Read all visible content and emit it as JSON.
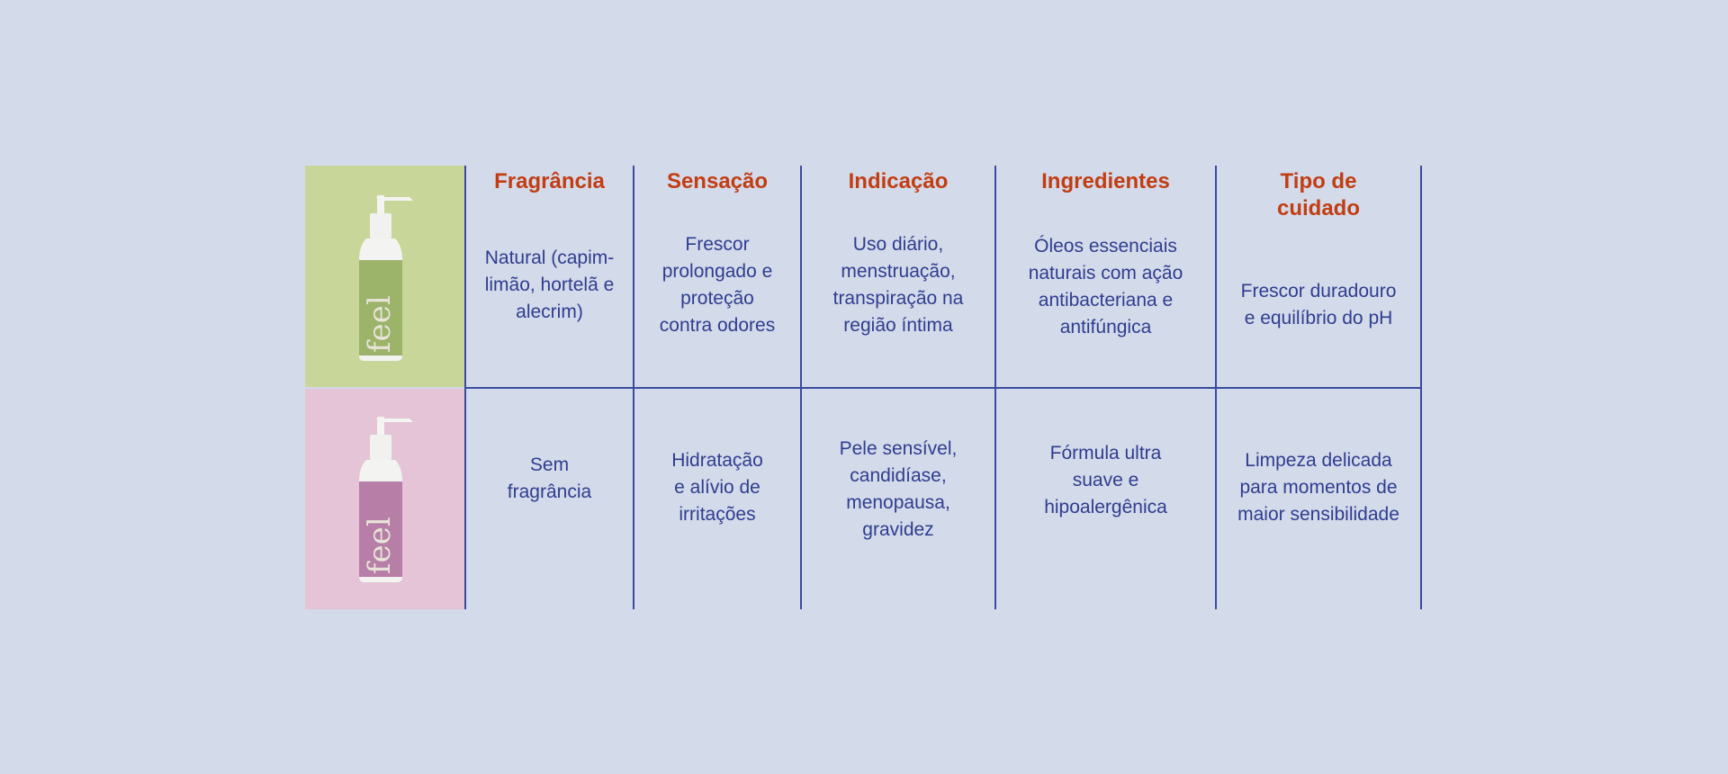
{
  "headers": [
    "Fragrância",
    "Sensação",
    "Indicação",
    "Ingredientes",
    "Tipo de cuidado"
  ],
  "rows": [
    {
      "product": {
        "brand": "feel",
        "color": "#c8d69a",
        "label_color": "#9cb36a"
      },
      "cells": [
        "Natural (capim-limão, hortelã e alecrim)",
        "Frescor prolongado e proteção contra odores",
        "Uso diário, menstruação, transpiração na região íntima",
        "Óleos essenciais naturais com ação antibacteriana e antifúngica",
        "Frescor duradouro e equilíbrio do pH"
      ]
    },
    {
      "product": {
        "brand": "feel",
        "color": "#e4c4d6",
        "label_color": "#b77fa8"
      },
      "cells": [
        "Sem fragrância",
        "Hidratação e alívio de irritações",
        "Pele sensível, candidíase, menopausa, gravidez",
        "Fórmula ultra suave e hipoalergênica",
        "Limpeza delicada para momentos de maior sensibilidade"
      ]
    }
  ],
  "colors": {
    "background": "#d3daea",
    "header": "#c23d12",
    "text": "#2f3d8f",
    "line": "#3b4aa0"
  }
}
